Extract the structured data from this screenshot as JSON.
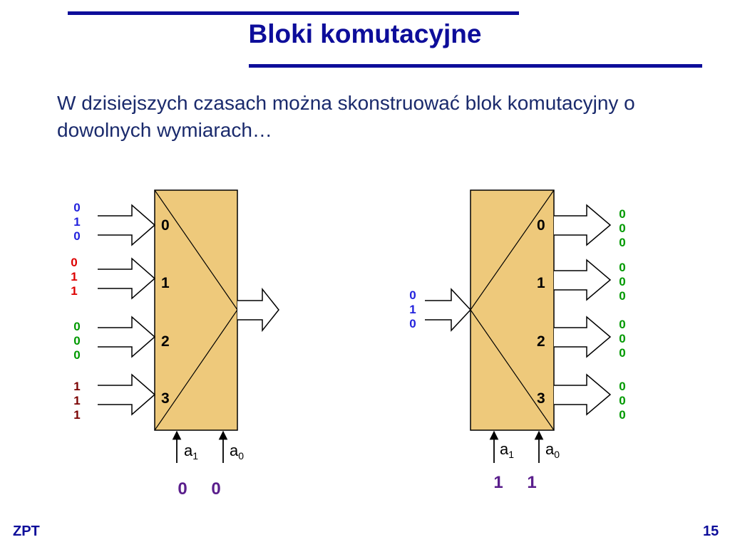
{
  "slide": {
    "title": "Bloki komutacyjne",
    "intro": "W dzisiejszych czasach można skonstruować blok komutacyjny o dowolnych wymiarach…",
    "footer_left": "ZPT",
    "page_number": "15"
  },
  "colors": {
    "accent": "#0d0d9a",
    "block_fill": "#eec97b",
    "blue": "#2222dd",
    "red": "#dd0000",
    "green": "#009900",
    "maroon": "#7a0000",
    "ctrl_purple": "#5a1e8c"
  },
  "multiplexer": {
    "ports": [
      "0",
      "1",
      "2",
      "3"
    ],
    "select_a1": "a",
    "select_a1_sub": "1",
    "select_a0": "a",
    "select_a0_sub": "0",
    "ctrl_a1": "0",
    "ctrl_a0": "0",
    "inputs": [
      {
        "bits": [
          "0",
          "1",
          "0"
        ],
        "color": "blue"
      },
      {
        "bits": [
          "0",
          "1",
          "1"
        ],
        "color": "red"
      },
      {
        "bits": [
          "0",
          "0",
          "0"
        ],
        "color": "green"
      },
      {
        "bits": [
          "1",
          "1",
          "1"
        ],
        "color": "maroon"
      }
    ]
  },
  "demultiplexer": {
    "ports": [
      "0",
      "1",
      "2",
      "3"
    ],
    "select_a1": "a",
    "select_a1_sub": "1",
    "select_a0": "a",
    "select_a0_sub": "0",
    "ctrl_a1": "1",
    "ctrl_a0": "1",
    "input_bits": [
      "0",
      "1",
      "0"
    ],
    "input_color": "blue",
    "outputs": [
      {
        "bits": [
          "0",
          "0",
          "0"
        ],
        "color": "green"
      },
      {
        "bits": [
          "0",
          "0",
          "0"
        ],
        "color": "green"
      },
      {
        "bits": [
          "0",
          "0",
          "0"
        ],
        "color": "green"
      },
      {
        "bits": [
          "0",
          "0",
          "0"
        ],
        "color": "green"
      }
    ]
  }
}
